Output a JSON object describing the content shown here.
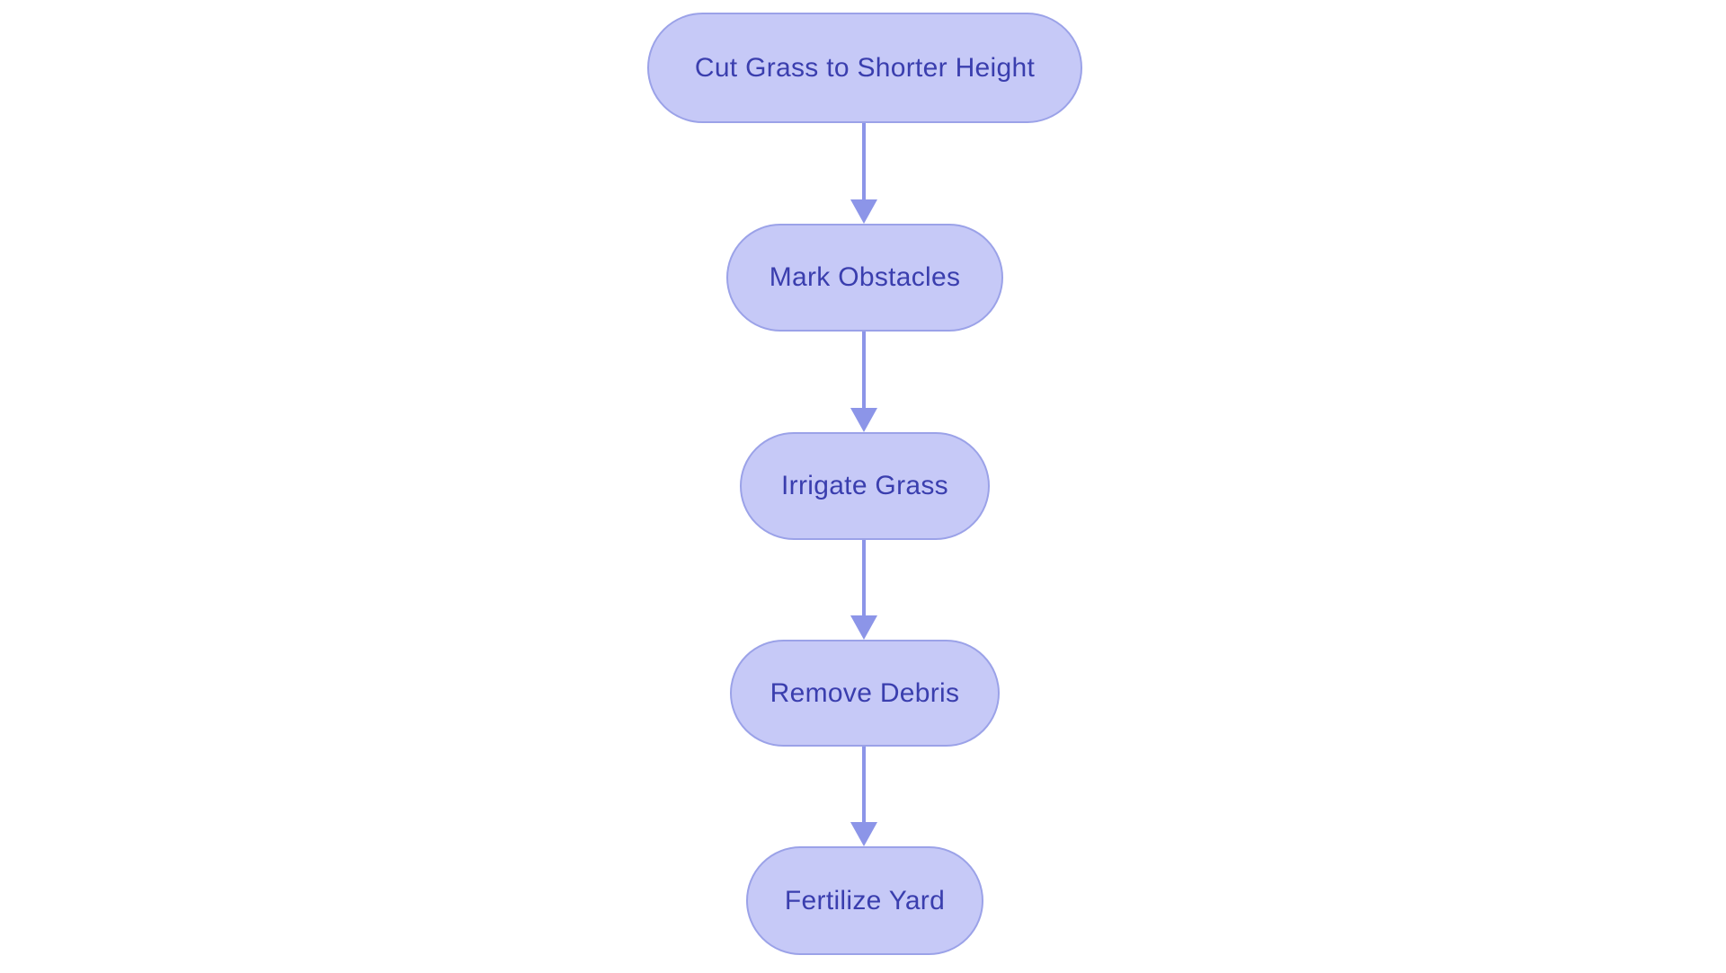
{
  "diagram": {
    "type": "flowchart",
    "direction": "top-down",
    "nodes": [
      {
        "id": "cut-grass",
        "label": "Cut Grass to Shorter Height"
      },
      {
        "id": "mark-obstacles",
        "label": "Mark Obstacles"
      },
      {
        "id": "irrigate-grass",
        "label": "Irrigate Grass"
      },
      {
        "id": "remove-debris",
        "label": "Remove Debris"
      },
      {
        "id": "fertilize-yard",
        "label": "Fertilize Yard"
      }
    ],
    "edges": [
      {
        "from": "Cut Grass to Shorter Height",
        "to": "Mark Obstacles"
      },
      {
        "from": "Mark Obstacles",
        "to": "Irrigate Grass"
      },
      {
        "from": "Irrigate Grass",
        "to": "Remove Debris"
      },
      {
        "from": "Remove Debris",
        "to": "Fertilize Yard"
      }
    ],
    "colors": {
      "node_fill": "#c6c9f7",
      "node_border": "#9ba2e8",
      "node_text": "#3a3eae",
      "arrow": "#8c95e8",
      "background": "#ffffff"
    }
  }
}
